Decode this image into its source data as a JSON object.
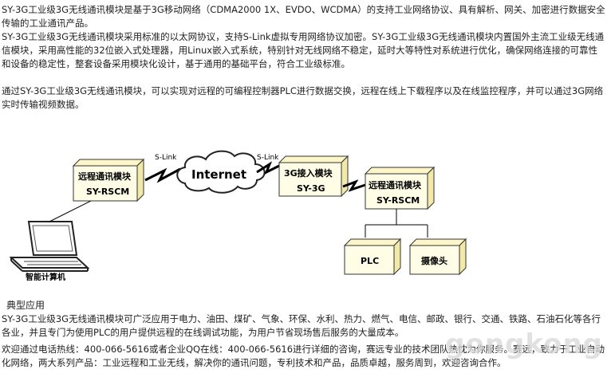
{
  "paragraphs": {
    "intro": "SY-3G工业级3G无线通讯模块是基于3G移动网络（CDMA2000 1X、EVDO、WCDMA）的支持工业网络协议、具有解析、网关、加密进行数据安全传输的工业通讯产品。",
    "features": "SY-3G工业级3G无线通讯模块采用标准的以太网协议，支持S-Link虚拟专用网络协议加密。SY-3G工业级3G无线通讯模块内置国外主流工业级无线通信模块，采用高性能的32位嵌入式处理器，用Linux嵌入式系统，特别针对无线网络不稳定，延时大等特性对系统进行优化，确保网络连接的可靠性和设备的稳定性，整套设备采用模块化设计，基于通用的基础平台，符合工业级标准。",
    "usage": "通过SY-3G工业级3G无线通讯模块，可以实现对远程的可编程控制器PLC进行数据交换，远程在线上下载程序以及在线监控程序，并可以通过3G网络实时传输视频数据。"
  },
  "diagram": {
    "laptop_label": "智能计算机",
    "left_module": {
      "title": "远程通讯模块",
      "subtitle": "SY-RSCM"
    },
    "left_link": "S-Link",
    "internet": "Internet",
    "right_link": "S-Link",
    "access_module": {
      "title": "3G接入模块",
      "subtitle": "SY-3G"
    },
    "right_module": {
      "title": "远程通讯模块",
      "subtitle": "SY-RSCM"
    },
    "plc": "PLC",
    "camera": "摄像头"
  },
  "applications": {
    "heading": "典型应用",
    "text": "SY-3G工业级3G无线通讯模块可广泛应用于电力、油田、煤矿、气象、环保、水利、热力、燃气、电信、邮政、银行、交通、铁路、石油石化等各行各业，并且专门为使用PLC的用户提供远程的在线调试功能，为用户节省现场售后服务的大量成本。",
    "contact": "欢迎通过电话热线：400-066-5616或者企业QQ在线：400-066-5616进行详细的咨询，赛远专业的技术团队热忱为你服务。赛远，致力于工业自动化网络，两大系列产品：工业远程和工业无线，解决你的通讯问题，专利技术和产品，品质卓越，服务周到，欢迎咨询合作。"
  },
  "watermark": "gongkong",
  "colors": {
    "box_face": "#fffde6",
    "box_top": "#fdf6c8",
    "box_side": "#f2e8a8",
    "box_stroke": "#333333",
    "cloud_fill": "#ffffff",
    "watermark": "#d8d8d8"
  }
}
